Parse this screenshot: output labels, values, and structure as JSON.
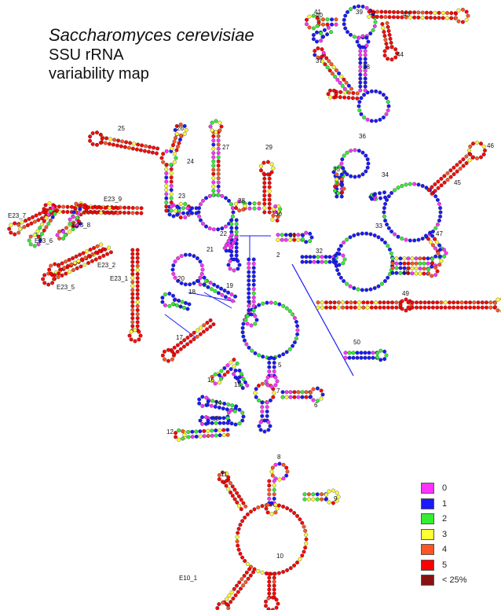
{
  "title": {
    "line1": "Saccharomyces cerevisiae",
    "line2": "SSU rRNA",
    "line3": "variability map"
  },
  "legend": [
    {
      "label": "0",
      "color": "#ff33ff"
    },
    {
      "label": "1",
      "color": "#1a1aff"
    },
    {
      "label": "2",
      "color": "#33ee33"
    },
    {
      "label": "3",
      "color": "#ffff33"
    },
    {
      "label": "4",
      "color": "#ff5522"
    },
    {
      "label": "5",
      "color": "#ff0000"
    },
    {
      "label": "< 25%",
      "color": "#881111"
    }
  ],
  "helix_labels": [
    "2",
    "4",
    "5",
    "6",
    "7",
    "8",
    "9",
    "10",
    "11",
    "12",
    "13",
    "14",
    "15",
    "16",
    "17",
    "18",
    "19",
    "20",
    "21",
    "22",
    "23",
    "24",
    "25",
    "26",
    "27",
    "28",
    "29",
    "30",
    "31",
    "32",
    "33",
    "34",
    "35",
    "36",
    "37",
    "38",
    "39",
    "40",
    "41",
    "42",
    "43",
    "44",
    "45",
    "46",
    "47",
    "48",
    "49",
    "50",
    "E10_1",
    "E23_1",
    "E23_2",
    "E23_5",
    "E23_6",
    "E23_7",
    "E23_8",
    "E23_9"
  ]
}
